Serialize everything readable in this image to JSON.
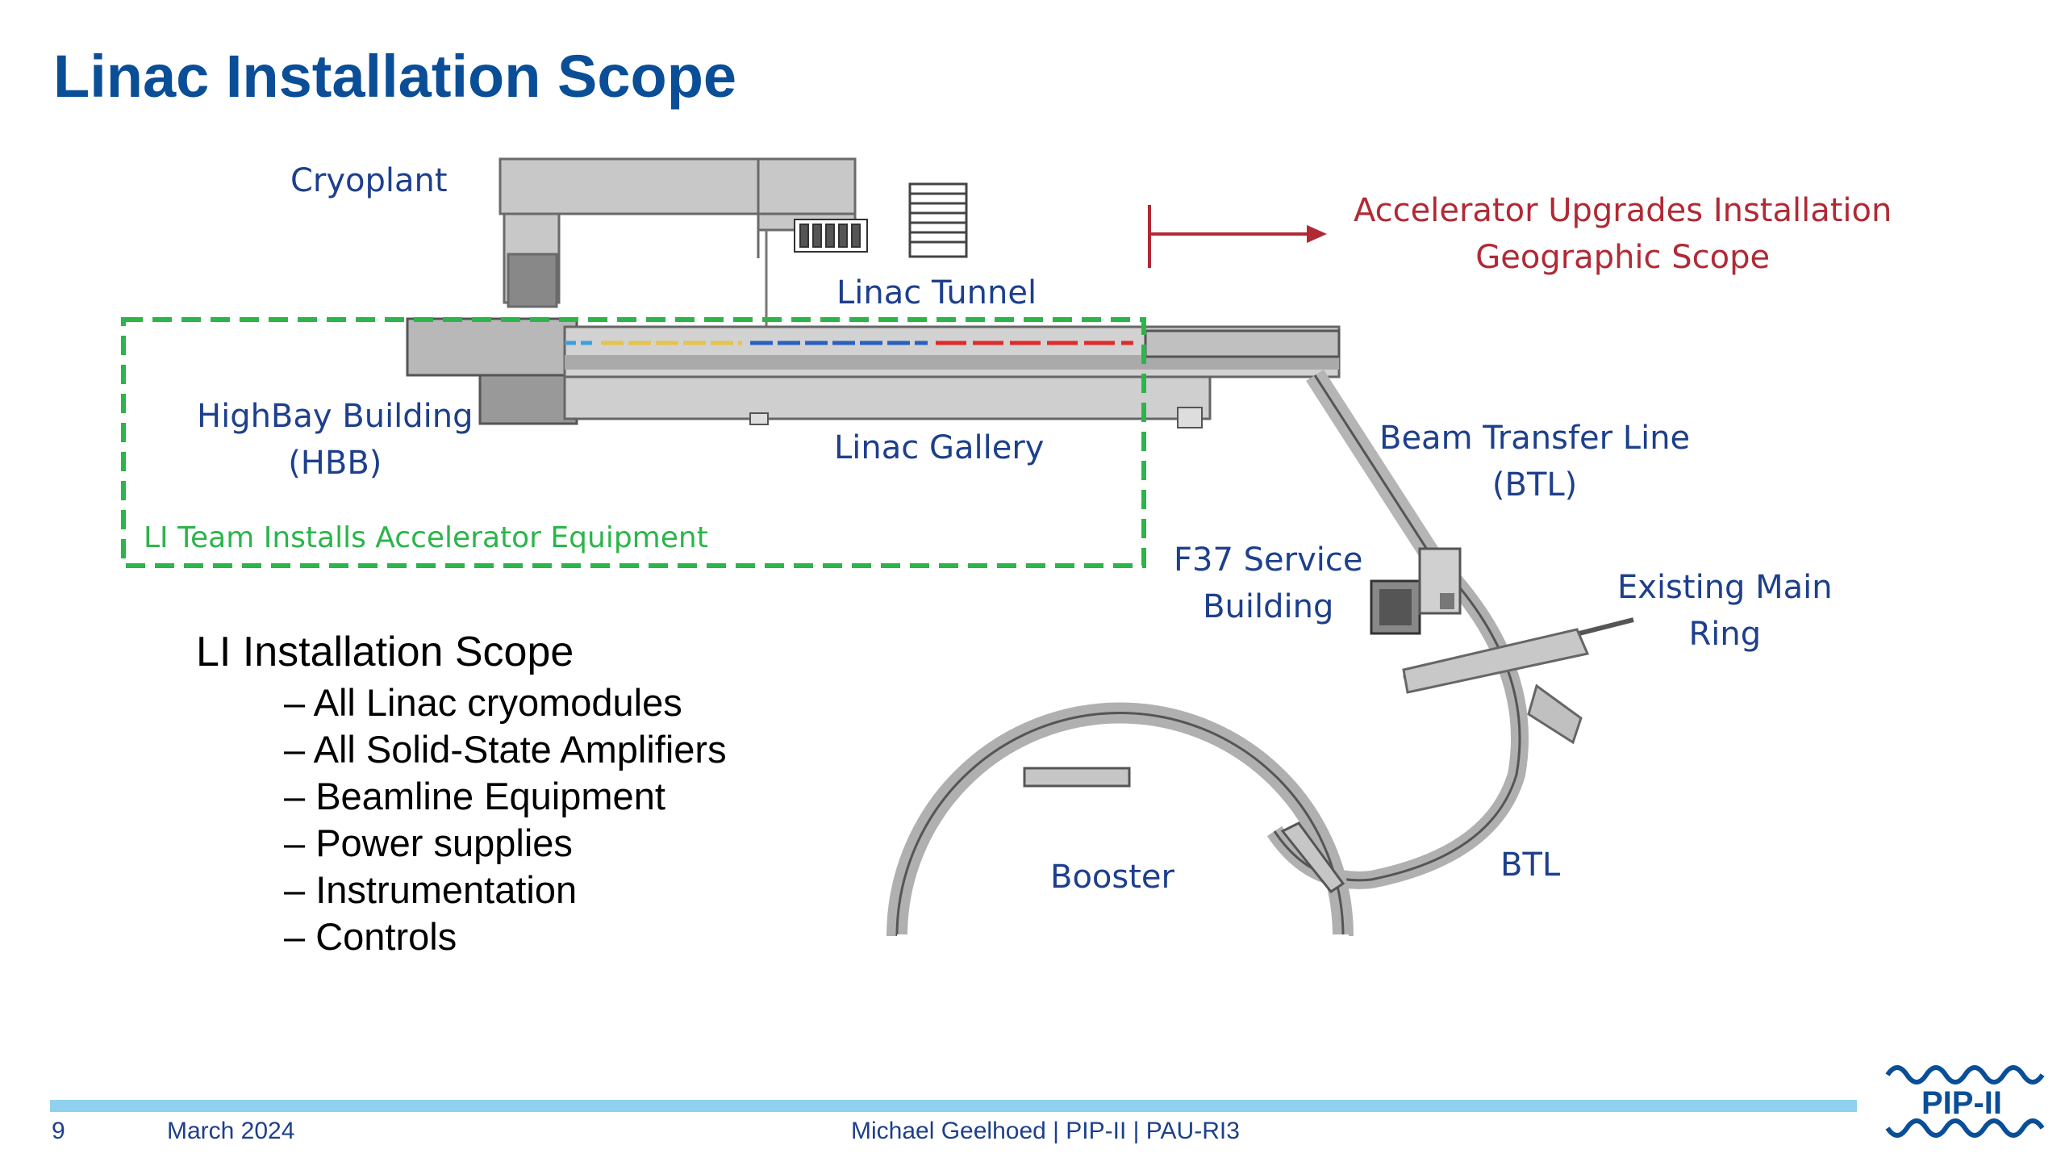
{
  "title": "Linac Installation Scope",
  "labels": {
    "cryoplant": "Cryoplant",
    "linac_tunnel": "Linac Tunnel",
    "linac_gallery": "Linac Gallery",
    "highbay": [
      "HighBay Building",
      "(HBB)"
    ],
    "accel_scope": [
      "Accelerator Upgrades Installation",
      "Geographic Scope"
    ],
    "beam_transfer_line": [
      "Beam Transfer Line",
      "(BTL)"
    ],
    "f37": [
      "F37 Service",
      "Building"
    ],
    "main_ring": [
      "Existing Main",
      "Ring"
    ],
    "booster": "Booster",
    "btl": "BTL",
    "li_team": "LI Team Installs Accelerator Equipment"
  },
  "scope": {
    "heading": "LI Installation Scope",
    "items": [
      "– All Linac cryomodules",
      "– All Solid-State Amplifiers",
      "– Beamline Equipment",
      "– Power supplies",
      "– Instrumentation",
      "– Controls"
    ]
  },
  "footer": {
    "page": "9",
    "date": "March 2024",
    "center": "Michael Geelhoed | PIP-II | PAU-RI3"
  },
  "logo": {
    "text": "PIP-II"
  },
  "colors": {
    "title": "#0a4e97",
    "label": "#1d3f8c",
    "accent_red": "#b02a35",
    "accent_green": "#2bb54a",
    "footer_bar": "#8fd1ee"
  }
}
